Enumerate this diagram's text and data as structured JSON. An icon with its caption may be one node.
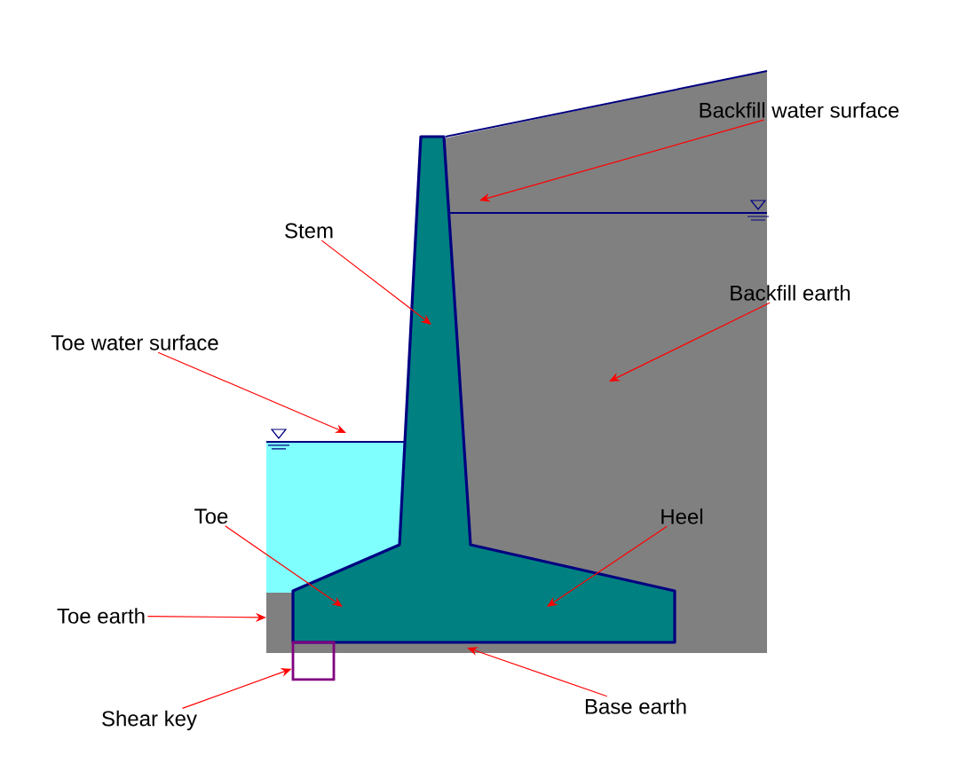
{
  "diagram": {
    "nodes": [
      {
        "text": [
          "Backfill water surface"
        ]
      },
      {
        "text": [
          "Stem"
        ]
      },
      {
        "text": [
          "Backfill earth"
        ]
      },
      {
        "text": [
          "Toe water surface"
        ]
      },
      {
        "text": [
          "Toe"
        ]
      },
      {
        "text": [
          "Heel"
        ]
      },
      {
        "text": [
          "Toe earth"
        ]
      },
      {
        "text": [
          "Shear key"
        ]
      },
      {
        "text": [
          "Base earth"
        ]
      },
      {
        "text": [],
        "shape": "box"
      }
    ],
    "edges": [
      {
        "from": 0,
        "to": null,
        "arrow": "to"
      },
      {
        "from": 1,
        "to": null,
        "arrow": "to"
      },
      {
        "from": 2,
        "to": null,
        "arrow": "to"
      },
      {
        "from": 3,
        "to": null,
        "arrow": "to"
      },
      {
        "from": 4,
        "to": null,
        "arrow": "to"
      },
      {
        "from": 5,
        "to": null,
        "arrow": "to"
      },
      {
        "from": 6,
        "to": null,
        "arrow": "to"
      },
      {
        "from": 7,
        "to": 9,
        "arrow": "to"
      },
      {
        "from": 8,
        "to": null,
        "arrow": "to"
      }
    ]
  }
}
